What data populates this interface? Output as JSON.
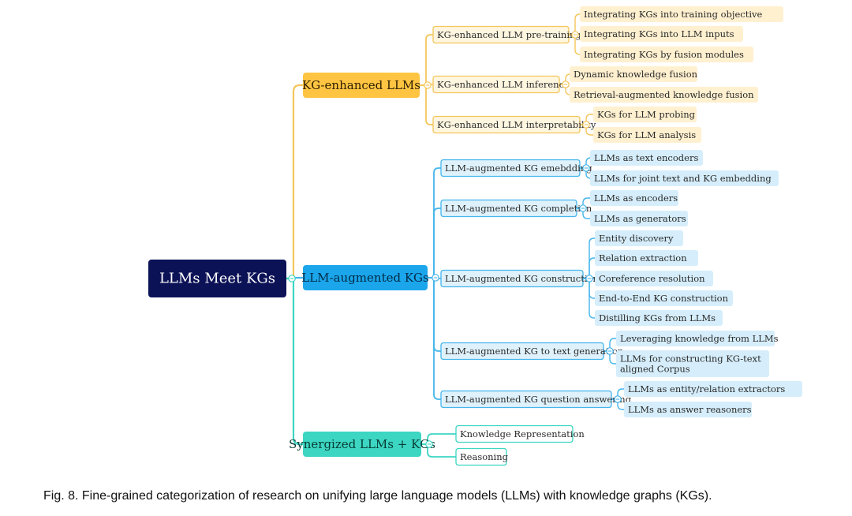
{
  "root": {
    "label": "LLMs Meet KGs",
    "color": "#0c1256"
  },
  "caption": "Fig. 8. Fine-grained categorization of research on unifying large language models (LLMs) with knowledge graphs (KGs).",
  "colors": {
    "yellow": {
      "main": "#ffc442",
      "line": "#f5c65a",
      "fill": "#fff6e0",
      "border": "#f5c65a",
      "leaf": "#fff0d0",
      "text": "#6b4a00"
    },
    "blue": {
      "main": "#1ba6ec",
      "line": "#45b5ec",
      "fill": "#dff2fc",
      "border": "#45b5ec",
      "leaf": "#d6eefb",
      "text": "#0a3d5c"
    },
    "teal": {
      "main": "#3cd6c2",
      "line": "#3cd6c2",
      "fill": "#e2faf6",
      "border": "#3cd6c2",
      "leaf": "#ffffff",
      "text": "#0a4a42"
    }
  },
  "branches": [
    {
      "label": "KG-enhanced LLMs",
      "theme": "yellow",
      "children": [
        {
          "label": "KG-enhanced LLM pre-training",
          "leaves": [
            "Integrating KGs into training objective",
            "Integrating KGs into LLM inputs",
            "Integrating KGs by fusion modules"
          ]
        },
        {
          "label": "KG-enhanced LLM inference",
          "leaves": [
            "Dynamic knowledge fusion",
            "Retrieval-augmented knowledge fusion"
          ]
        },
        {
          "label": "KG-enhanced LLM interpretability",
          "leaves": [
            "KGs for LLM probing",
            "KGs for LLM analysis"
          ]
        }
      ]
    },
    {
      "label": "LLM-augmented KGs",
      "theme": "blue",
      "children": [
        {
          "label": "LLM-augmented KG emebdding",
          "leaves": [
            "LLMs as text encoders",
            "LLMs for joint text and KG embedding"
          ]
        },
        {
          "label": "LLM-augmented KG completion",
          "leaves": [
            "LLMs as encoders",
            "LLMs as generators"
          ]
        },
        {
          "label": "LLM-augmented KG construction",
          "leaves": [
            "Entity discovery",
            "Relation extraction",
            "Coreference resolution",
            "End-to-End KG construction",
            "Distilling KGs from LLMs"
          ]
        },
        {
          "label": "LLM-augmented KG to text generation",
          "leaves": [
            "Leveraging knowledge from LLMs",
            "LLMs for constructing KG-text\naligned Corpus"
          ]
        },
        {
          "label": "LLM-augmented KG question answering",
          "leaves": [
            "LLMs as entity/relation extractors",
            "LLMs as answer reasoners"
          ]
        }
      ]
    },
    {
      "label": "Synergized LLMs + KGs",
      "theme": "teal",
      "children": [
        {
          "label": "Knowledge Representation",
          "leaves": []
        },
        {
          "label": "Reasoning",
          "leaves": []
        }
      ]
    }
  ]
}
